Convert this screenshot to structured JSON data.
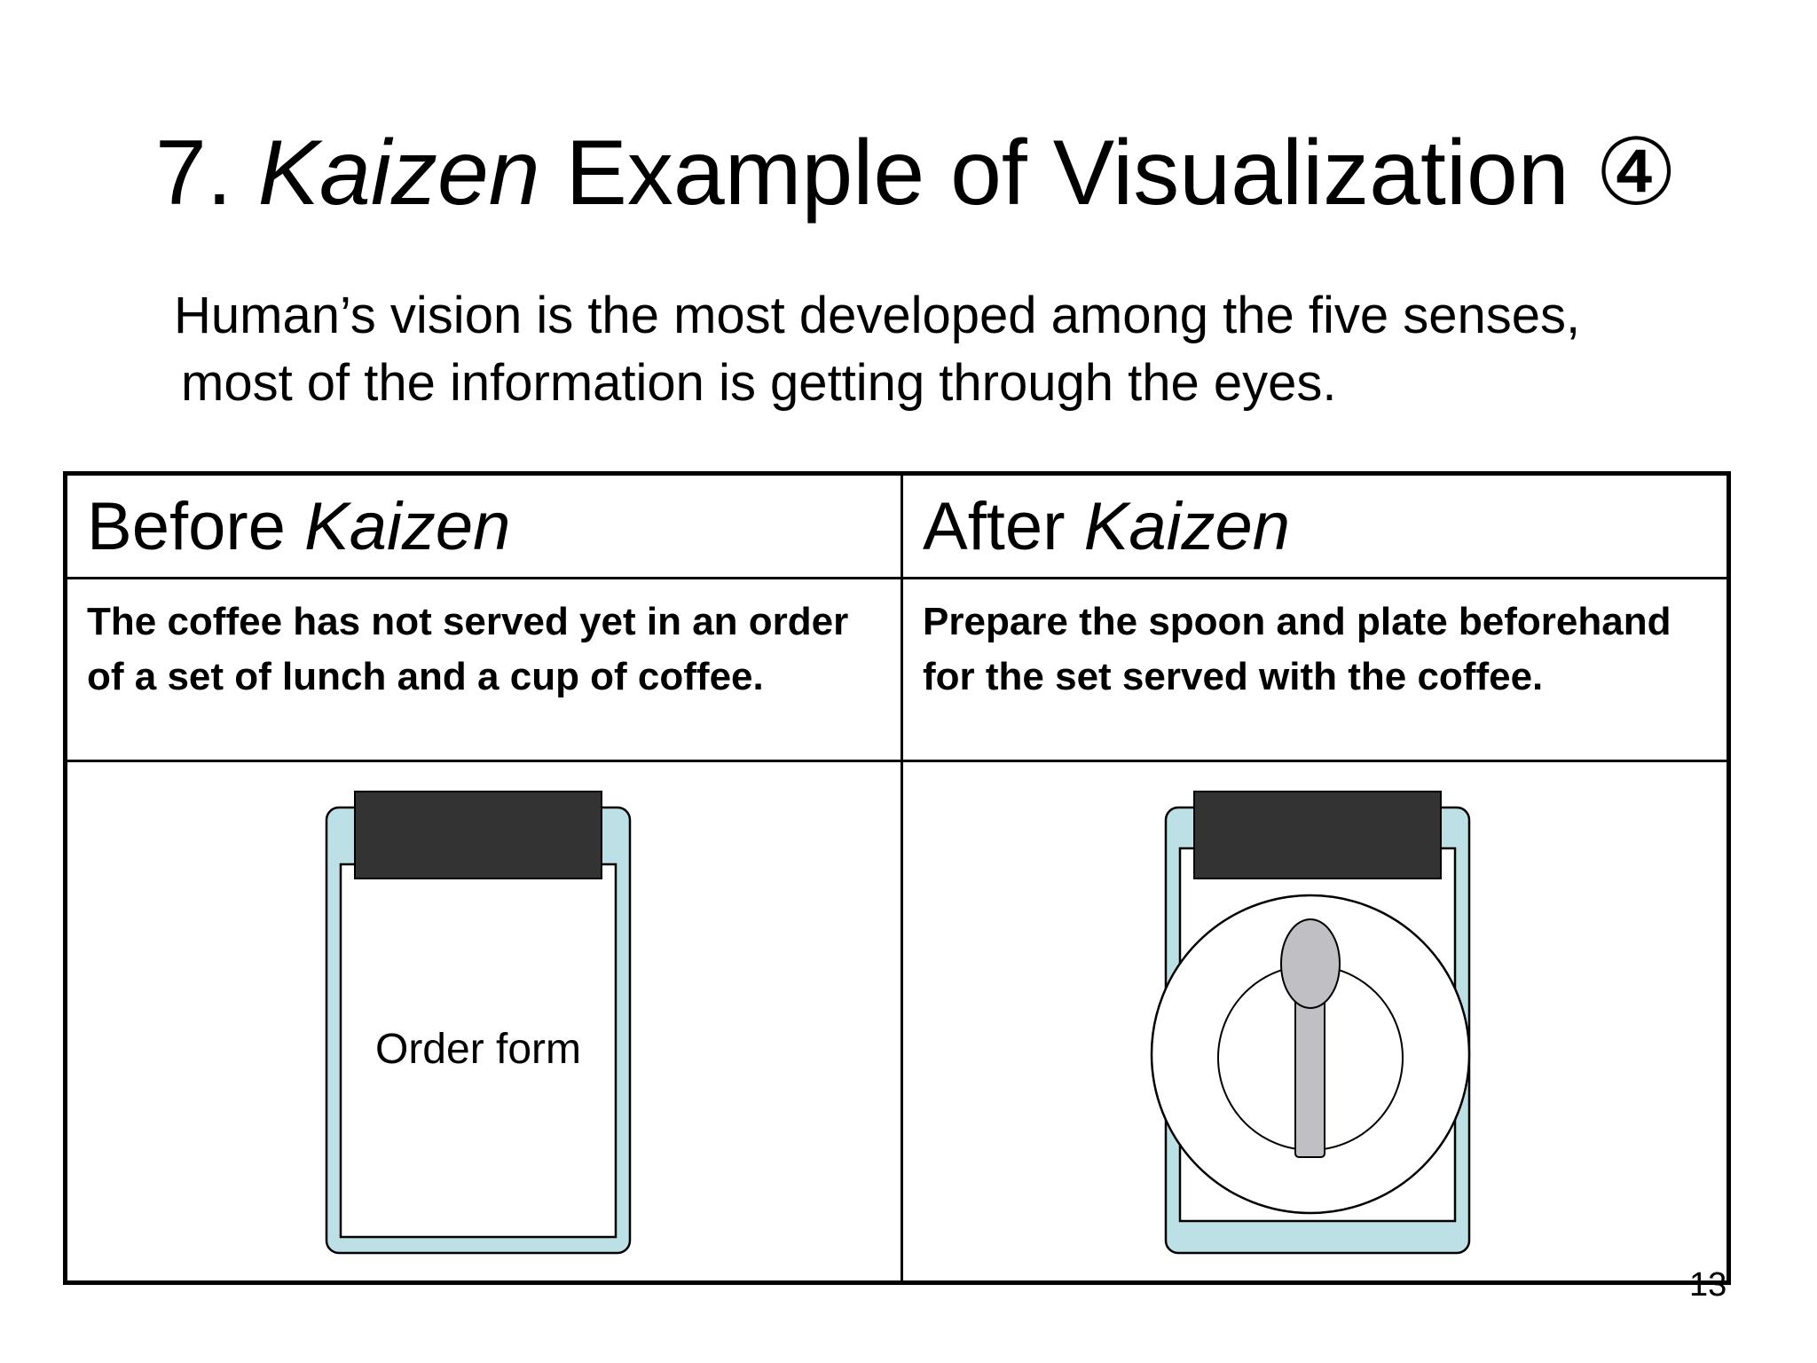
{
  "title": {
    "number": "7.",
    "keyword": "Kaizen",
    "rest": "Example of Visualization",
    "circled": "④"
  },
  "intro": {
    "line1": "Human’s vision is the most developed among the five senses,",
    "line2": "most of the information is getting through the eyes."
  },
  "table": {
    "before": {
      "heading_prefix": "Before",
      "heading_keyword": "Kaizen",
      "description": "The coffee has not served yet in an order of a set of lunch and a cup of coffee.",
      "figure_label": "Order form"
    },
    "after": {
      "heading_prefix": "After",
      "heading_keyword": "Kaizen",
      "description": "Prepare the spoon and plate beforehand for the set served with the coffee."
    }
  },
  "page_number": "13",
  "colors": {
    "clipboard_board": "#bde0e6",
    "clipboard_clip": "#333333",
    "spoon": "#c0bfc4",
    "line": "#000000"
  },
  "icons": [
    "clipboard-icon",
    "plate-icon",
    "spoon-icon"
  ]
}
